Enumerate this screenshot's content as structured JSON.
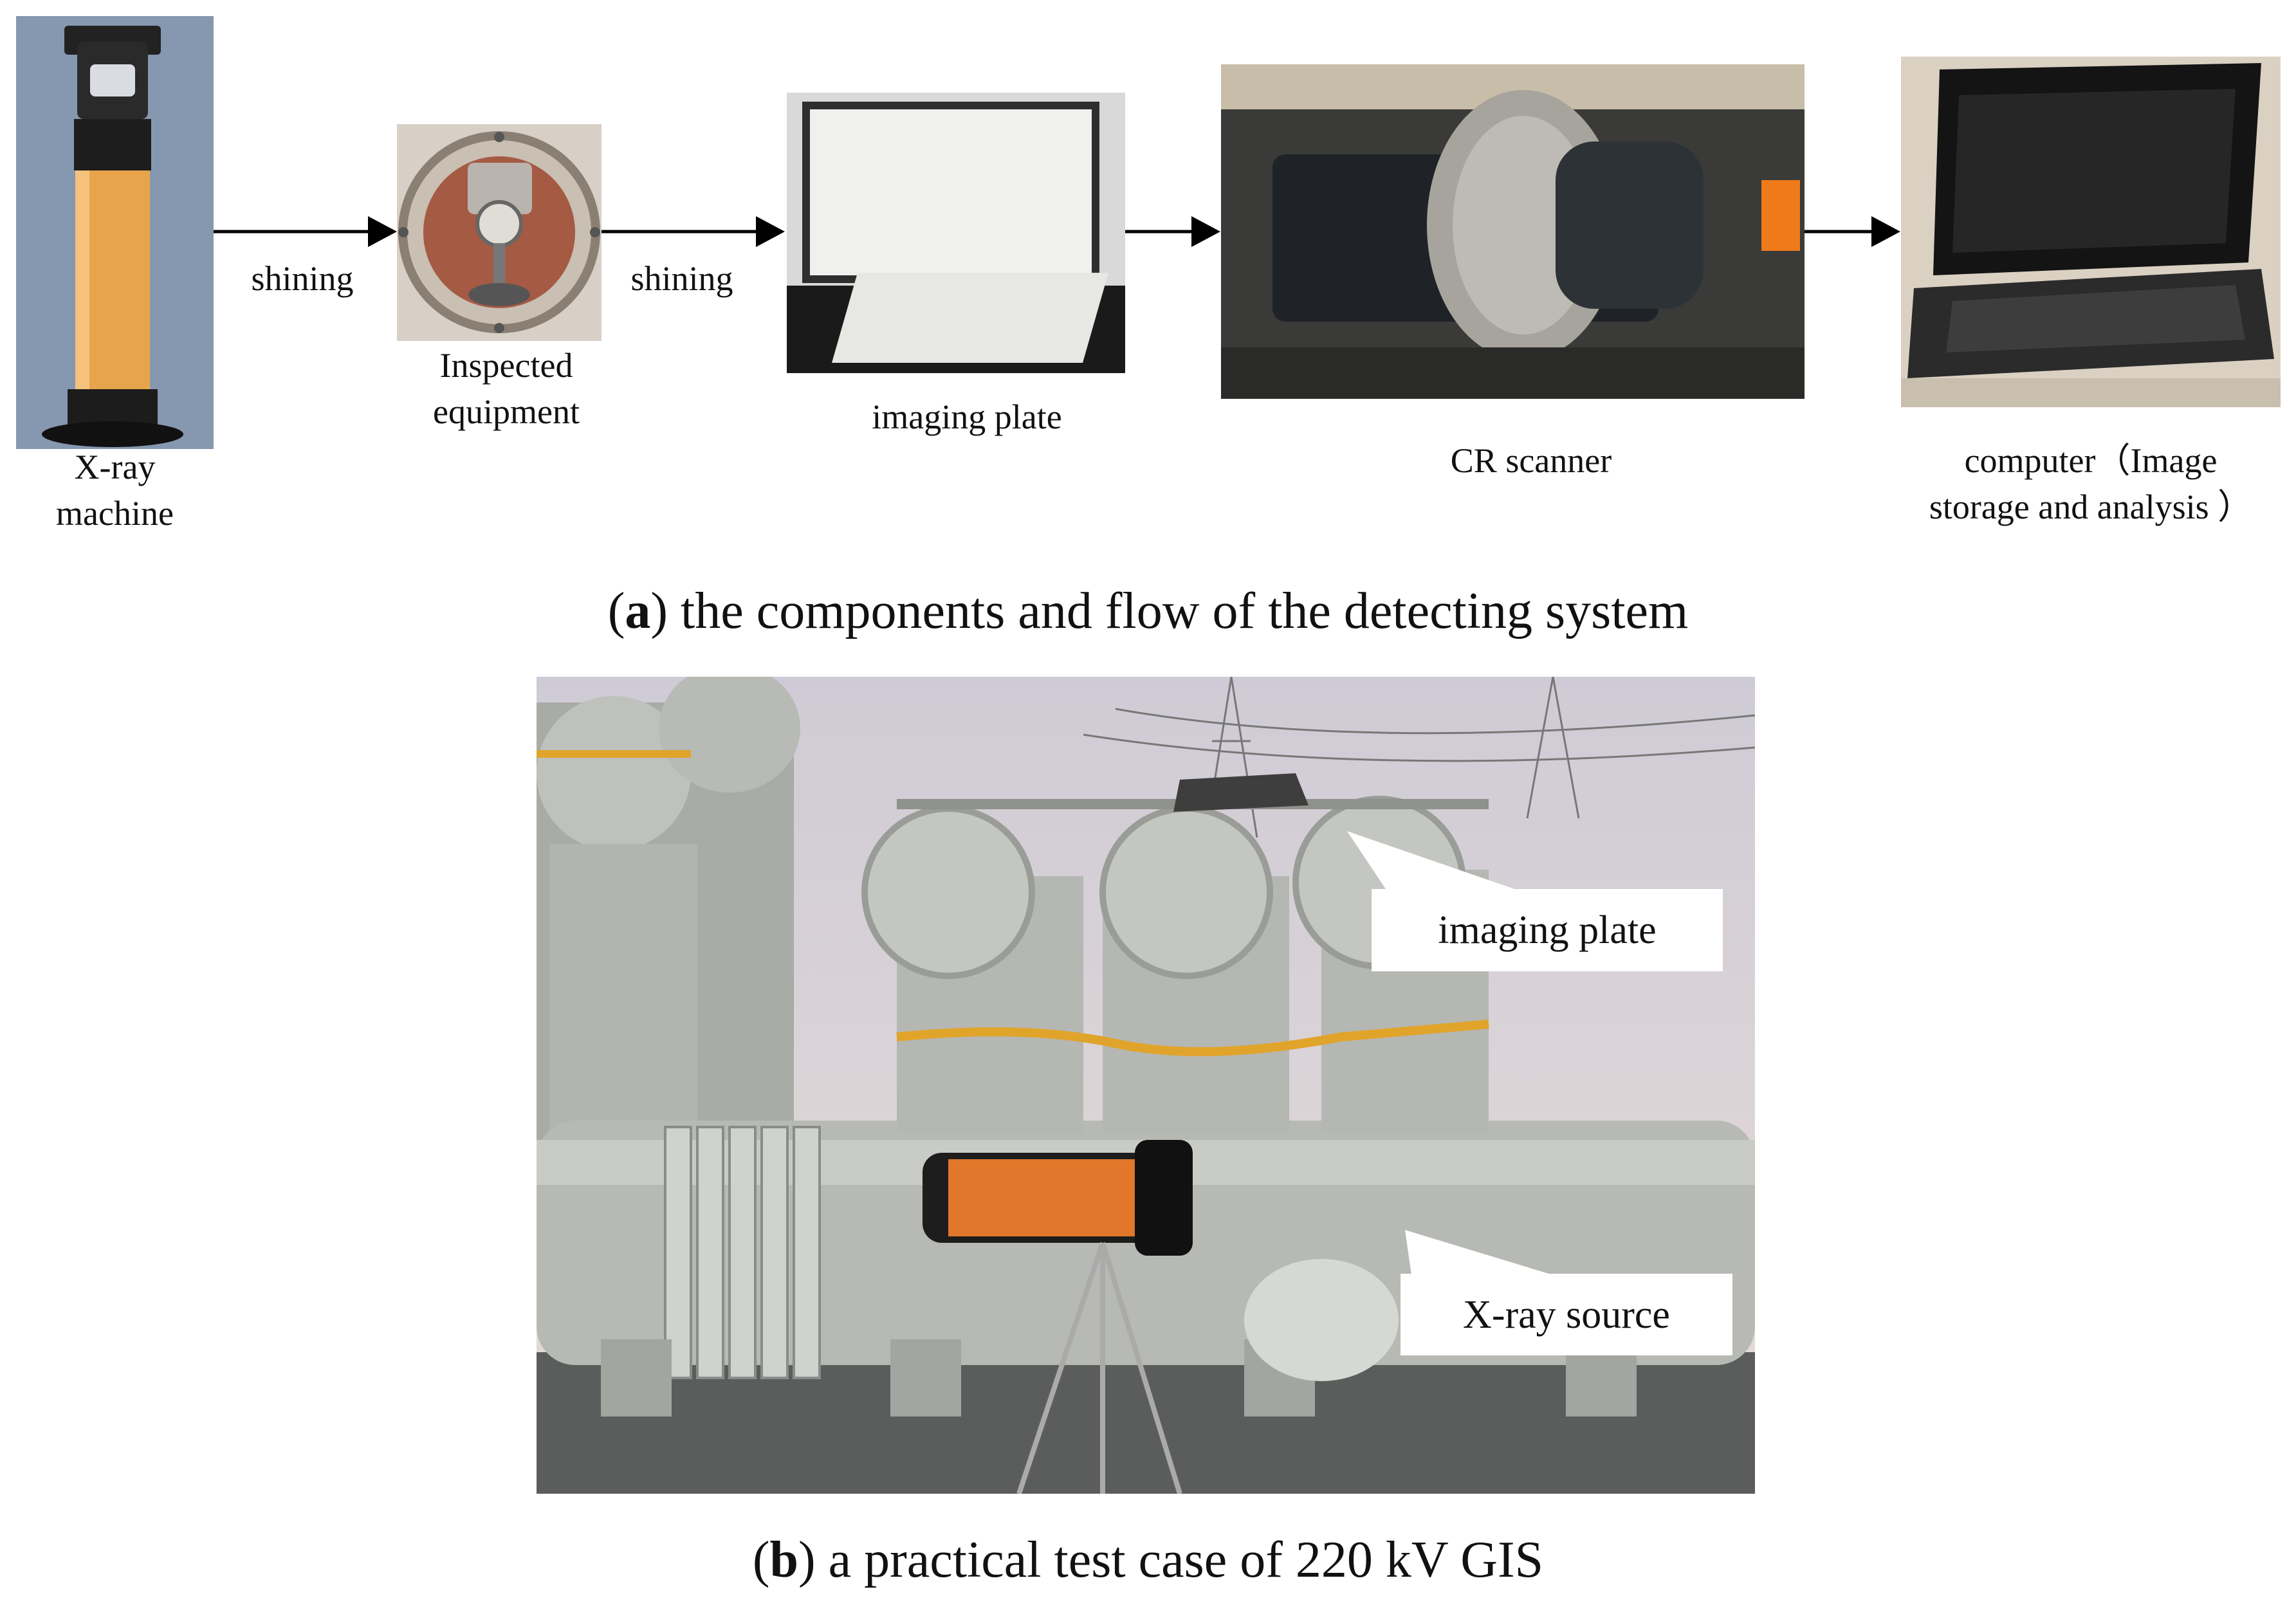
{
  "panel_a": {
    "items": [
      {
        "label_line1": "X-ray",
        "label_line2": "machine"
      },
      {
        "label_line1": "Inspected",
        "label_line2": "equipment"
      },
      {
        "label_line1": "imaging plate"
      },
      {
        "label_line1": "CR scanner"
      },
      {
        "label_line1": "computer（Image",
        "label_line2": "storage and analysis ）"
      }
    ],
    "arrow_labels": [
      "shining",
      "shining"
    ],
    "caption_letter": "a",
    "caption_text": " the components and flow of the detecting system"
  },
  "panel_b": {
    "callouts": [
      "imaging plate",
      "X-ray source"
    ],
    "caption_letter": "b",
    "caption_text": " a practical test case of 220 kV GIS"
  },
  "colors": {
    "xray_orange": "#e8a44a",
    "scanner_gray": "#a9a9a1",
    "gis_gray": "#b4b6b2",
    "sky": "#d9d6dc"
  }
}
